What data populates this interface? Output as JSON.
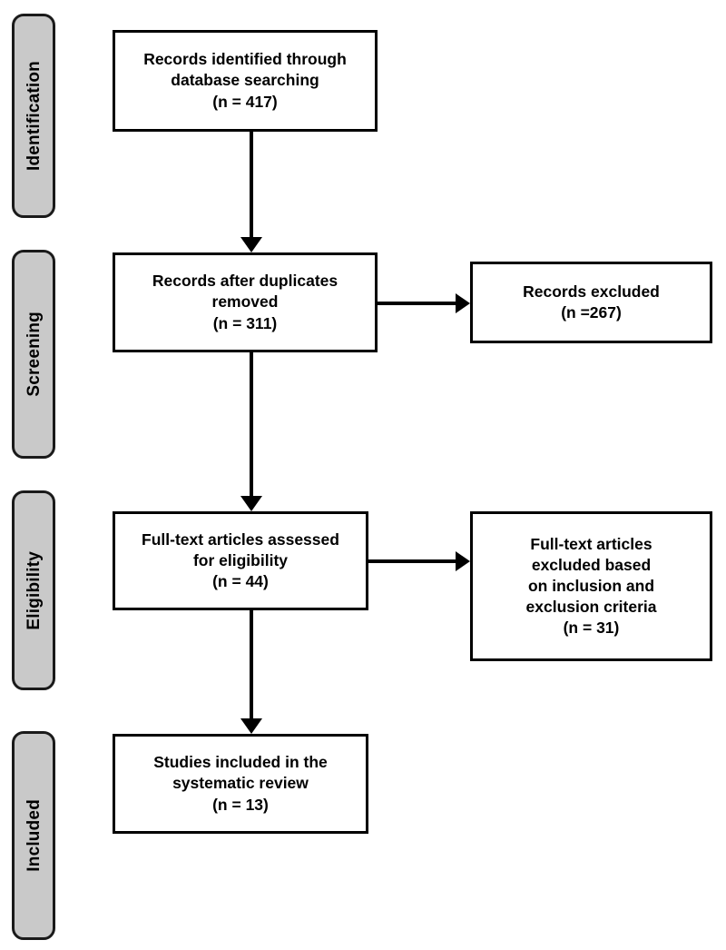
{
  "diagram": {
    "type": "prisma-flow-diagram",
    "stages": [
      {
        "id": "identification",
        "label": "Identification"
      },
      {
        "id": "screening",
        "label": "Screening"
      },
      {
        "id": "eligibility",
        "label": "Eligibility"
      },
      {
        "id": "included",
        "label": "Included"
      }
    ],
    "boxes": {
      "identified": {
        "line1": "Records identified through",
        "line2": "database searching",
        "count": "(n = 417)"
      },
      "after_duplicates": {
        "line1": "Records after duplicates",
        "line2": "removed",
        "count": "(n = 311)"
      },
      "records_excluded": {
        "line1": "Records excluded",
        "count": "(n =267)"
      },
      "fulltext_assessed": {
        "line1": "Full-text articles assessed",
        "line2": "for eligibility",
        "count": "(n = 44)"
      },
      "fulltext_excluded": {
        "line1": "Full-text articles",
        "line2": "excluded based",
        "line3": "on inclusion and",
        "line4": "exclusion criteria",
        "count": "(n = 31)"
      },
      "studies_included": {
        "line1": "Studies included in the",
        "line2": "systematic review",
        "count": "(n = 13)"
      }
    },
    "colors": {
      "pill_fill": "#c9c9c9",
      "pill_border": "#1a1a1a",
      "box_border": "#000000",
      "box_fill": "#ffffff",
      "text": "#000000",
      "connector": "#000000"
    }
  }
}
